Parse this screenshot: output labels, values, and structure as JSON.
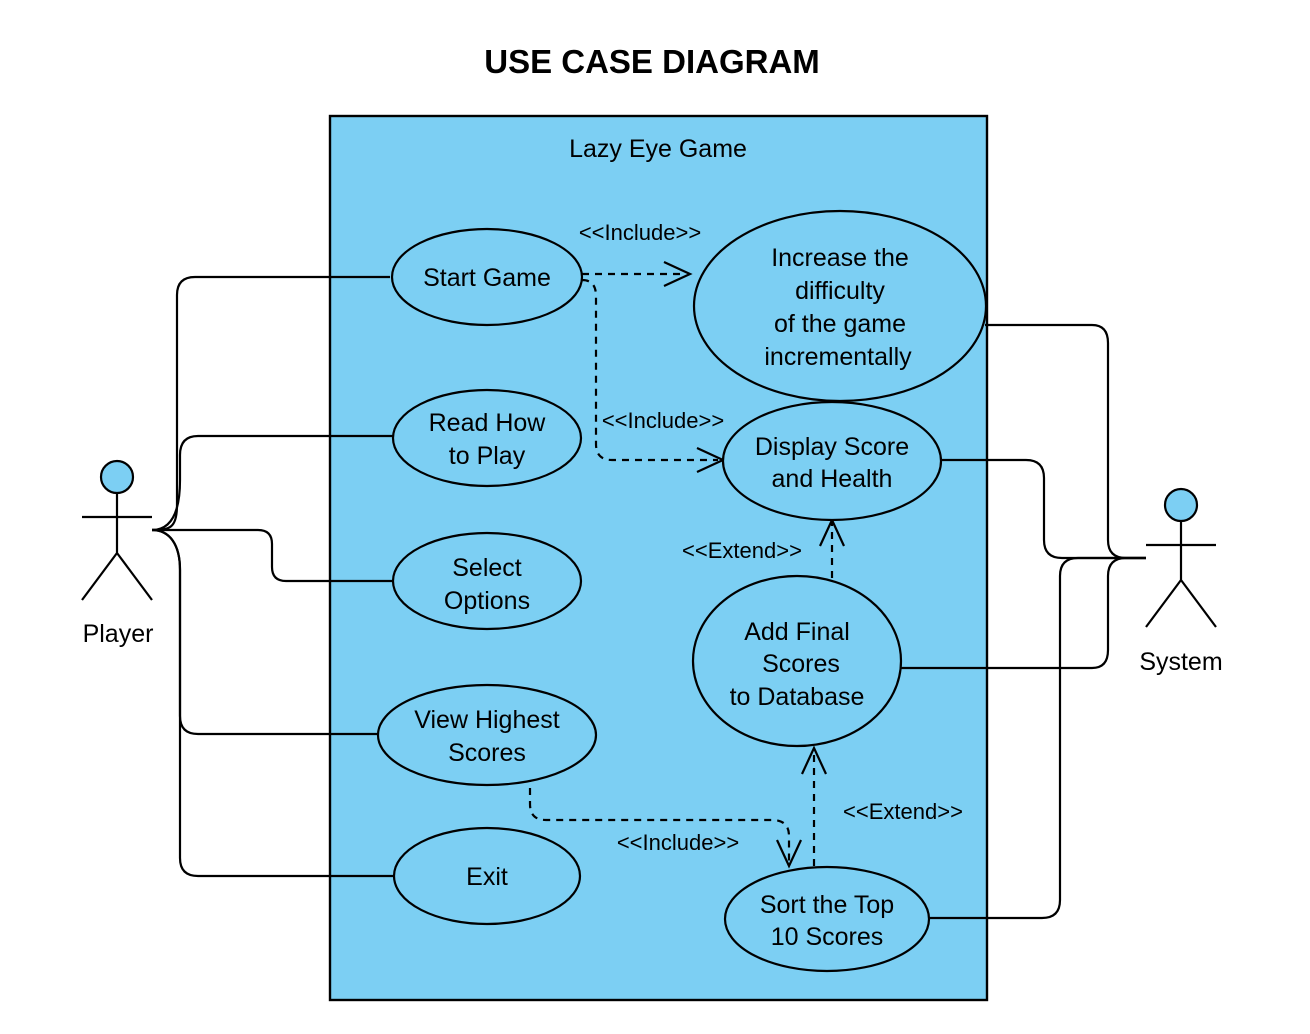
{
  "title": "USE CASE DIAGRAM",
  "system_name": "Lazy Eye Game",
  "actors": {
    "player": "Player",
    "system": "System"
  },
  "use_cases": {
    "start_game": [
      "Start Game"
    ],
    "increase_difficulty": [
      "Increase the",
      "difficulty",
      "of the game",
      "incrementally"
    ],
    "read_how_to_play": [
      "Read How",
      "to Play"
    ],
    "display_score": [
      "Display Score",
      "and Health"
    ],
    "select_options": [
      "Select",
      "Options"
    ],
    "add_final_scores": [
      "Add Final",
      "Scores",
      "to Database"
    ],
    "view_highest_scores": [
      "View Highest",
      "Scores"
    ],
    "exit": [
      "Exit"
    ],
    "sort_top_scores": [
      "Sort the Top",
      "10 Scores"
    ]
  },
  "relations": {
    "include_1": "<<Include>>",
    "include_2": "<<Include>>",
    "include_3": "<<Include>>",
    "extend_1": "<<Extend>>",
    "extend_2": "<<Extend>>"
  },
  "colors": {
    "boundary_fill": "#7ccff3",
    "use_case_fill": "#7ccff3",
    "actor_head_fill": "#7ccff3"
  }
}
